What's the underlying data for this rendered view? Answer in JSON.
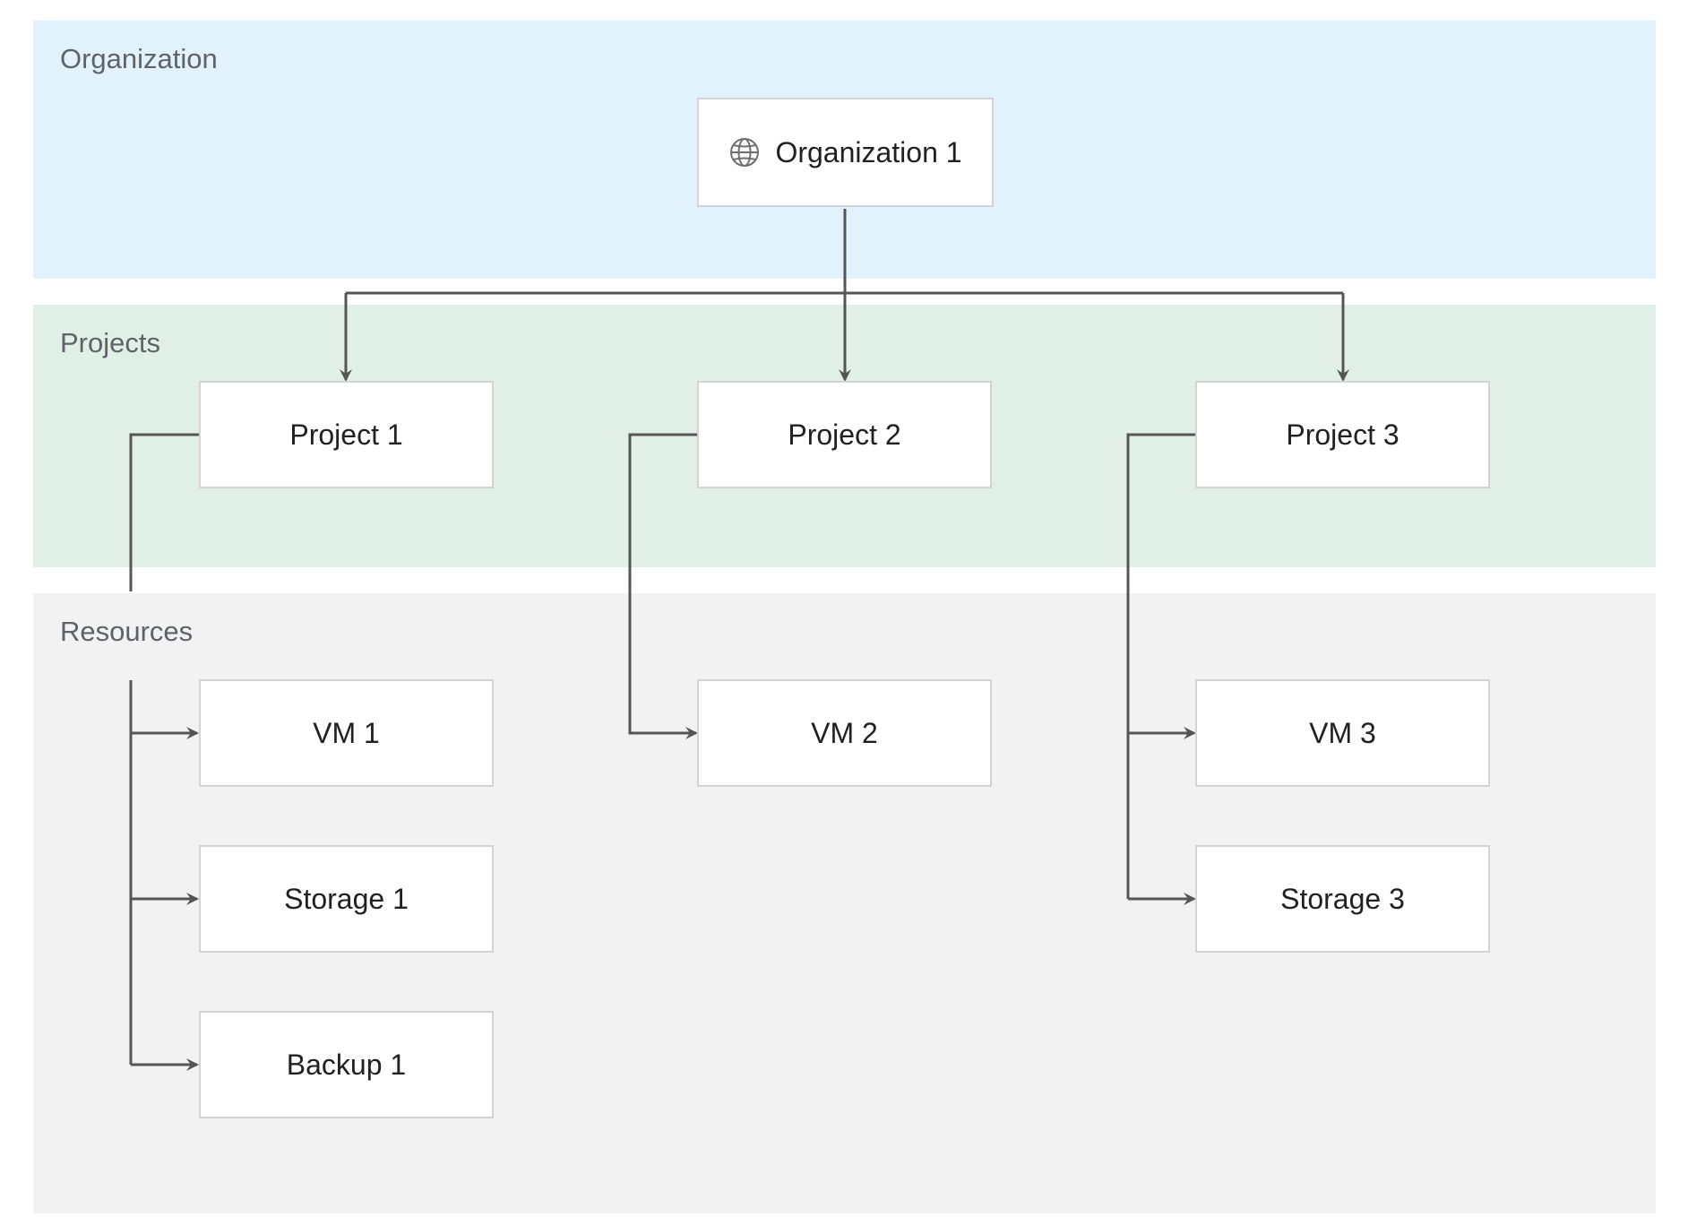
{
  "bands": {
    "organization": {
      "label": "Organization",
      "color": "#e1f2fc"
    },
    "projects": {
      "label": "Projects",
      "color": "#e1f0e6"
    },
    "resources": {
      "label": "Resources",
      "color": "#f2f2f2"
    }
  },
  "nodes": {
    "organization_1": {
      "label": "Organization 1",
      "icon": "globe-icon"
    },
    "project_1": {
      "label": "Project 1"
    },
    "project_2": {
      "label": "Project 2"
    },
    "project_3": {
      "label": "Project 3"
    },
    "vm_1": {
      "label": "VM 1"
    },
    "storage_1": {
      "label": "Storage 1"
    },
    "backup_1": {
      "label": "Backup 1"
    },
    "vm_2": {
      "label": "VM 2"
    },
    "vm_3": {
      "label": "VM 3"
    },
    "storage_3": {
      "label": "Storage 3"
    }
  },
  "edges": [
    {
      "from": "Organization 1",
      "to": "Project 1"
    },
    {
      "from": "Organization 1",
      "to": "Project 2"
    },
    {
      "from": "Organization 1",
      "to": "Project 3"
    },
    {
      "from": "Project 1",
      "to": "VM 1"
    },
    {
      "from": "Project 1",
      "to": "Storage 1"
    },
    {
      "from": "Project 1",
      "to": "Backup 1"
    },
    {
      "from": "Project 2",
      "to": "VM 2"
    },
    {
      "from": "Project 3",
      "to": "VM 3"
    },
    {
      "from": "Project 3",
      "to": "Storage 3"
    }
  ],
  "colors": {
    "connector": "#555555",
    "node_border": "#d3d3d3",
    "label_text": "#5f6368"
  }
}
